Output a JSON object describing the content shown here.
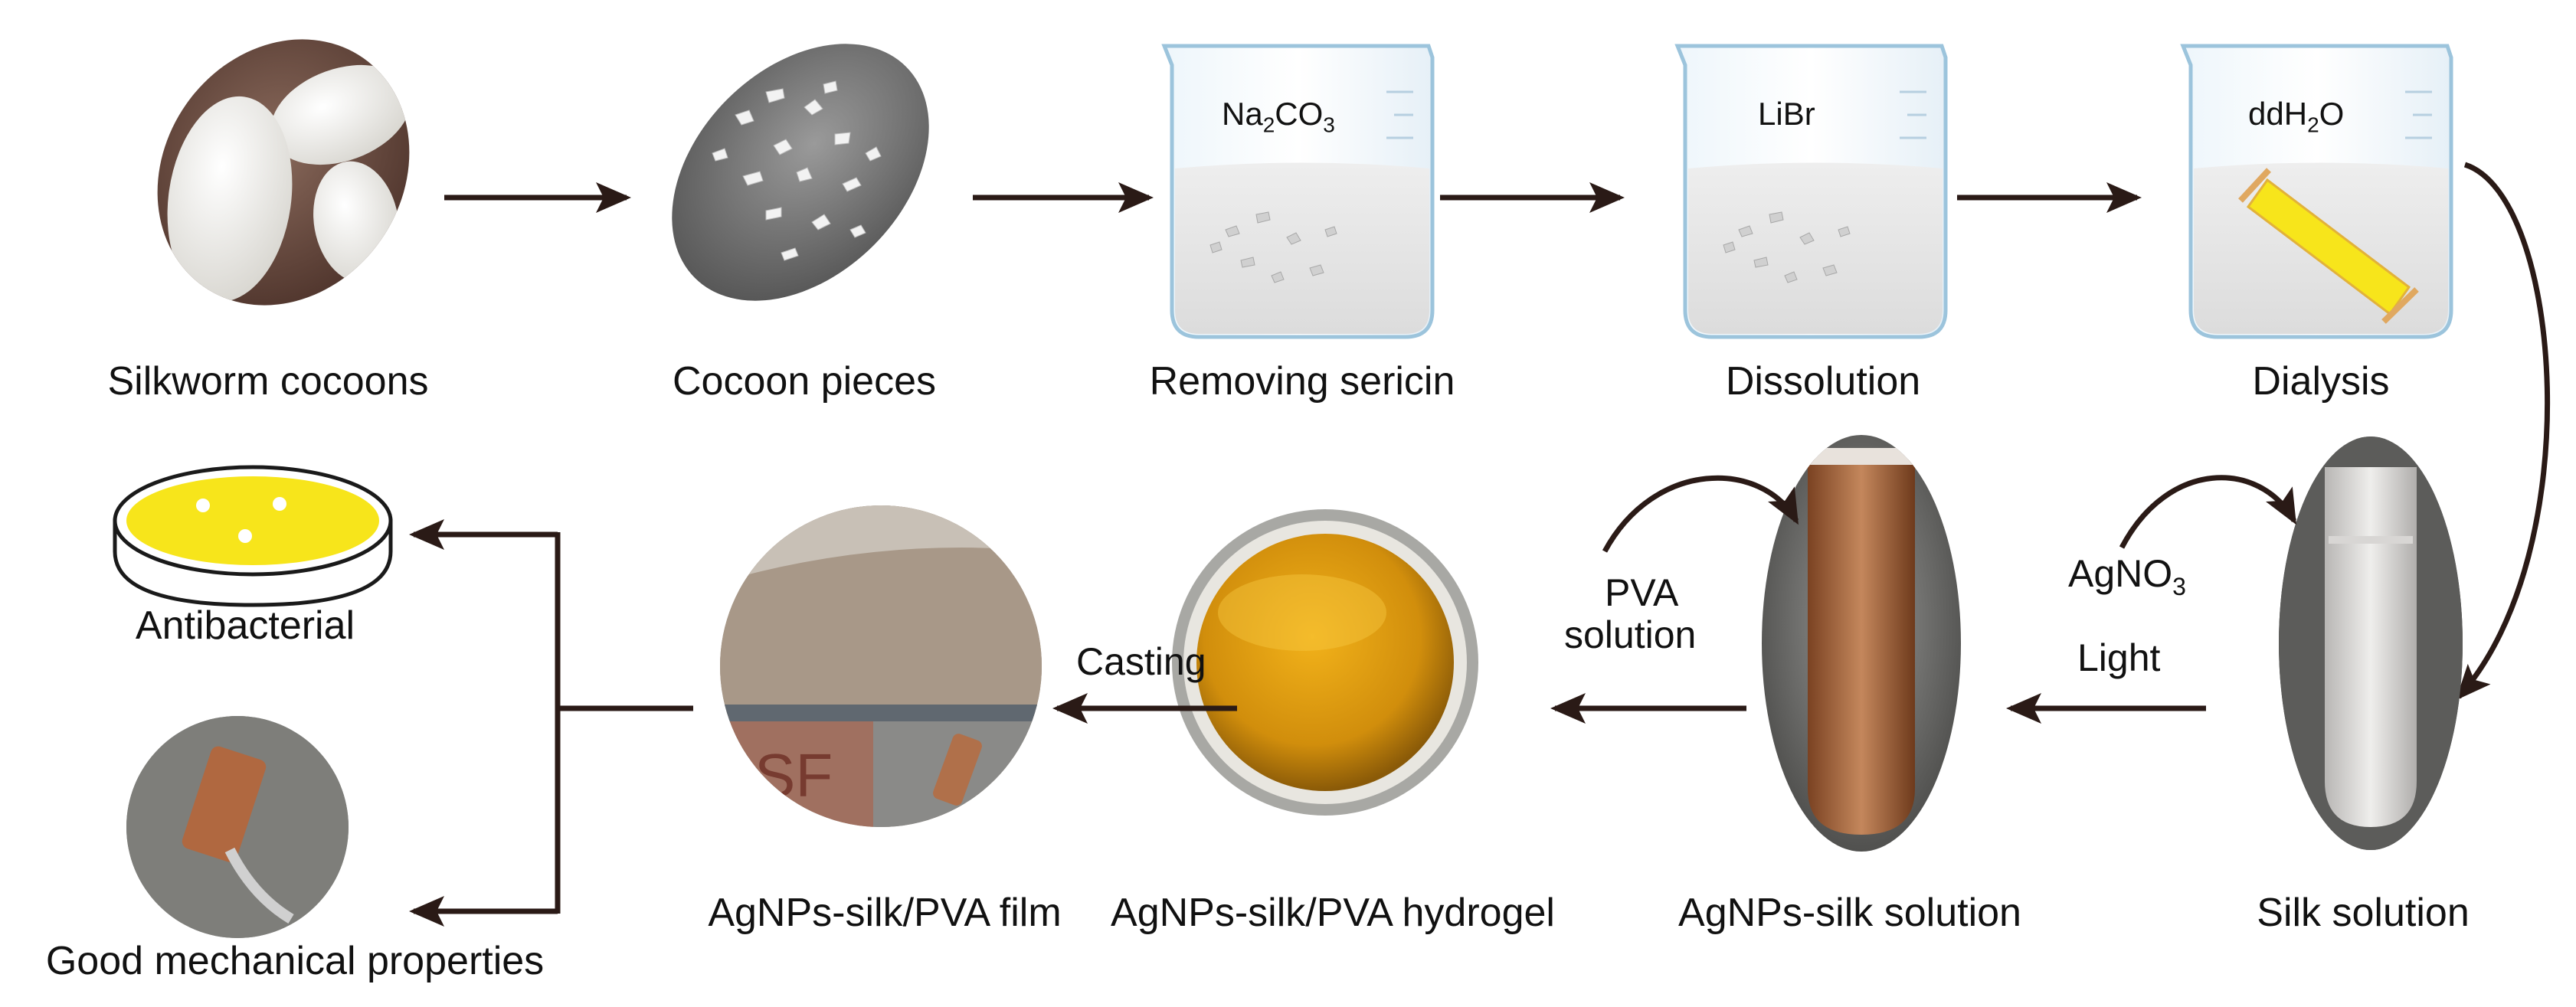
{
  "steps": {
    "silkworm_cocoons": "Silkworm cocoons",
    "cocoon_pieces": "Cocoon pieces",
    "removing_sericin": "Removing sericin",
    "dissolution": "Dissolution",
    "dialysis": "Dialysis",
    "silk_solution": "Silk solution",
    "agnps_silk_solution": "AgNPs-silk solution",
    "agnps_hydrogel": "AgNPs-silk/PVA hydrogel",
    "agnps_film": "AgNPs-silk/PVA film",
    "antibacterial": "Antibacterial",
    "mechanical": "Good mechanical properties"
  },
  "beakers": {
    "na2co3": {
      "base": "Na",
      "sub1": "2",
      "mid": "CO",
      "sub2": "3"
    },
    "libr": "LiBr",
    "ddh2o": {
      "base": "ddH",
      "sub": "2",
      "tail": "O"
    }
  },
  "annotations": {
    "agno3": {
      "base": "AgNO",
      "sub": "3"
    },
    "light": "Light",
    "pva_line1": "PVA",
    "pva_line2": "solution",
    "casting": "Casting"
  },
  "film_text": "SF",
  "colors": {
    "arrow": "#2a1a16",
    "yellow": "#f7e51b",
    "amber": "#c88a0e",
    "brown": "#a0623a"
  }
}
